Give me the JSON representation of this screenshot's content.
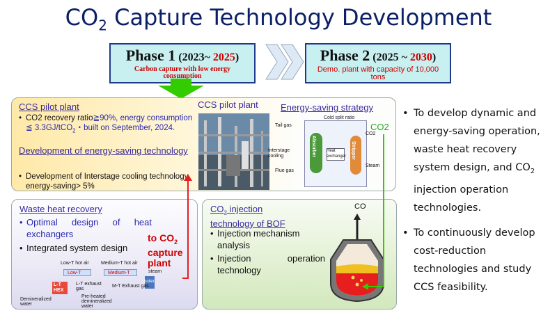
{
  "title": {
    "prefix": "CO",
    "sub": "2",
    "rest": " Capture Technology Development"
  },
  "phase1": {
    "label": "Phase 1",
    "open": " (2023~ ",
    "year_end": "2025",
    "close": ")",
    "subtitle": "Carbon capture with low energy consumption"
  },
  "phase2": {
    "label": "Phase 2",
    "open": " (2025 ~ ",
    "year_end": "2030",
    "close": ")",
    "subtitle": "Demo. plant with capacity of 10,000 tons"
  },
  "ccs_panel": {
    "heading": "CCS pilot plant",
    "b1_pre": "CO2 recovery ratio",
    "b1_ratio": "≧90%, ",
    "b1_energy": "energy consumption",
    "b1_val": "≦ 3.3GJ/tCO",
    "b1_sub": "2",
    "b1_built": "・built on September, 2024.",
    "dev_heading": "Development of energy-saving technology",
    "b2": "Development of Interstage cooling technology, energy-saving> 5%",
    "photo_title": "CCS pilot plant",
    "strategy_title": "Energy-saving strategy",
    "co2_label": "CO2",
    "diagram": {
      "tail_gas": "Tail gas",
      "cold_split": "Cold split ratio",
      "co2": "CO2",
      "interstage": "Interstage cooling",
      "absorber": "Absorber",
      "heat_exchanger": "Heat exchanger",
      "stripper": "Stripper",
      "flue_gas": "Flue gas",
      "steam": "Steam"
    }
  },
  "waste_panel": {
    "heading": "Waste heat recovery",
    "b1": "Optimal design of heat exchangers",
    "b2": "Integrated system design",
    "to_co2_1": "to CO",
    "to_co2_sub": "2",
    "to_co2_2": "capture",
    "to_co2_3": "plant",
    "diagram": {
      "low_t_hot_air": "Low-T hot air",
      "medium_t_hot_air": "Medium-T hot air",
      "steam": "steam",
      "low_t": "Low-T",
      "medium_t": "Medium-T",
      "boiler": "boiler",
      "lt_exhaust": "L-T exhaust gas",
      "mt_exhaust": "M-T Exhaust gas",
      "lt_hex": "L-T HEX",
      "demineralized": "Demineralized water",
      "preheated": "Pre-heated demineralized water"
    }
  },
  "bof_panel": {
    "heading_pre": "CO",
    "heading_sub": "2",
    "heading_post": " injection technology of BOF",
    "b1": "Injection mechanism analysis",
    "b2": "Injection operation technology",
    "co_label": "CO"
  },
  "right": {
    "b1": [
      "To develop dynamic and",
      "energy-saving operation,",
      "waste heat recovery",
      "system design, and CO",
      "injection operation",
      "technologies."
    ],
    "b1_sub": "2",
    "b2": [
      "To continuously develop",
      "cost-reduction",
      "technologies and study",
      "CCS feasibility."
    ]
  },
  "colors": {
    "title": "#0b1f66",
    "red": "#cc0000",
    "green_arrow": "#33cc00",
    "panel_purple": "#3a2a9a"
  }
}
